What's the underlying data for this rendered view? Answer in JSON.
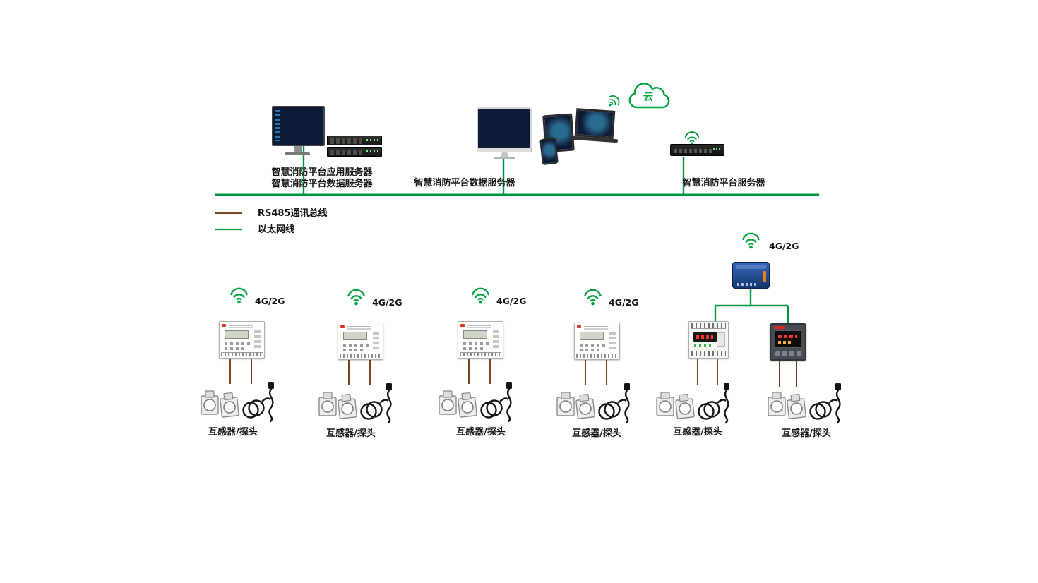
{
  "diagram": {
    "top": {
      "app_server_label_line1": "智慧消防平台应用服务器",
      "app_server_label_line2": "智慧消防平台数据服务器",
      "data_server_label": "智慧消防平台数据服务器",
      "platform_server_label": "智慧消防平台服务器",
      "cloud_text": "云"
    },
    "legend": {
      "rs485_label": "RS485通讯总线",
      "ethernet_label": "以太网线"
    },
    "wireless": {
      "label_4g": "4G/2G"
    },
    "devices": {
      "ct_probe_label": "互感器/探头"
    },
    "colors": {
      "ethernet_green": "#009640",
      "rs485_brown": "#7a4521",
      "wifi_green": "#00a33e"
    }
  }
}
